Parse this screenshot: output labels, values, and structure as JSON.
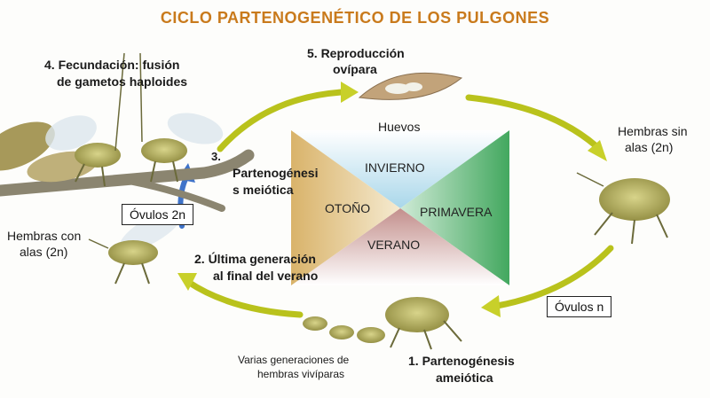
{
  "title": "CICLO PARTENOGENÉTICO DE LOS PULGONES",
  "seasons": {
    "top": "INVIERNO",
    "right": "PRIMAVERA",
    "bottom": "VERANO",
    "left": "OTOÑO"
  },
  "labels": {
    "huevos": "Huevos",
    "hembras_sin_alas_1": "Hembras sin",
    "hembras_sin_alas_2": "alas (2n)",
    "hembras_con_alas_1": "Hembras con",
    "hembras_con_alas_2": "alas (2n)",
    "varias_1": "Varias generaciones de",
    "varias_2": "hembras vivíparas",
    "arrow3": "3."
  },
  "steps": {
    "s1_line1": "1. Partenogénesis",
    "s1_line2": "ameiótica",
    "s2_line1": "2. Última generación",
    "s2_line2": "al final del verano",
    "s3_line1": "Partenogénesi",
    "s3_line2": "s meiótica",
    "s4_line1": "4. Fecundación: fusión",
    "s4_line2": "de gametos haploides",
    "s5_line1": "5. Reproducción",
    "s5_line2": "ovípara"
  },
  "boxes": {
    "ovulos_2n": "Óvulos 2n",
    "ovulos_n": "Óvulos n"
  },
  "colors": {
    "title": "#c97a1c",
    "arrow": "#b9c21c",
    "winter": "#a9d7ea",
    "spring": "#5fb97a",
    "summer": "#c99a96",
    "autumn": "#e0c58b",
    "insect": "#b3ad5a"
  },
  "icons": [
    "branch-icon",
    "aphid-icon",
    "leaf-with-eggs-icon",
    "curved-arrow-icon"
  ]
}
